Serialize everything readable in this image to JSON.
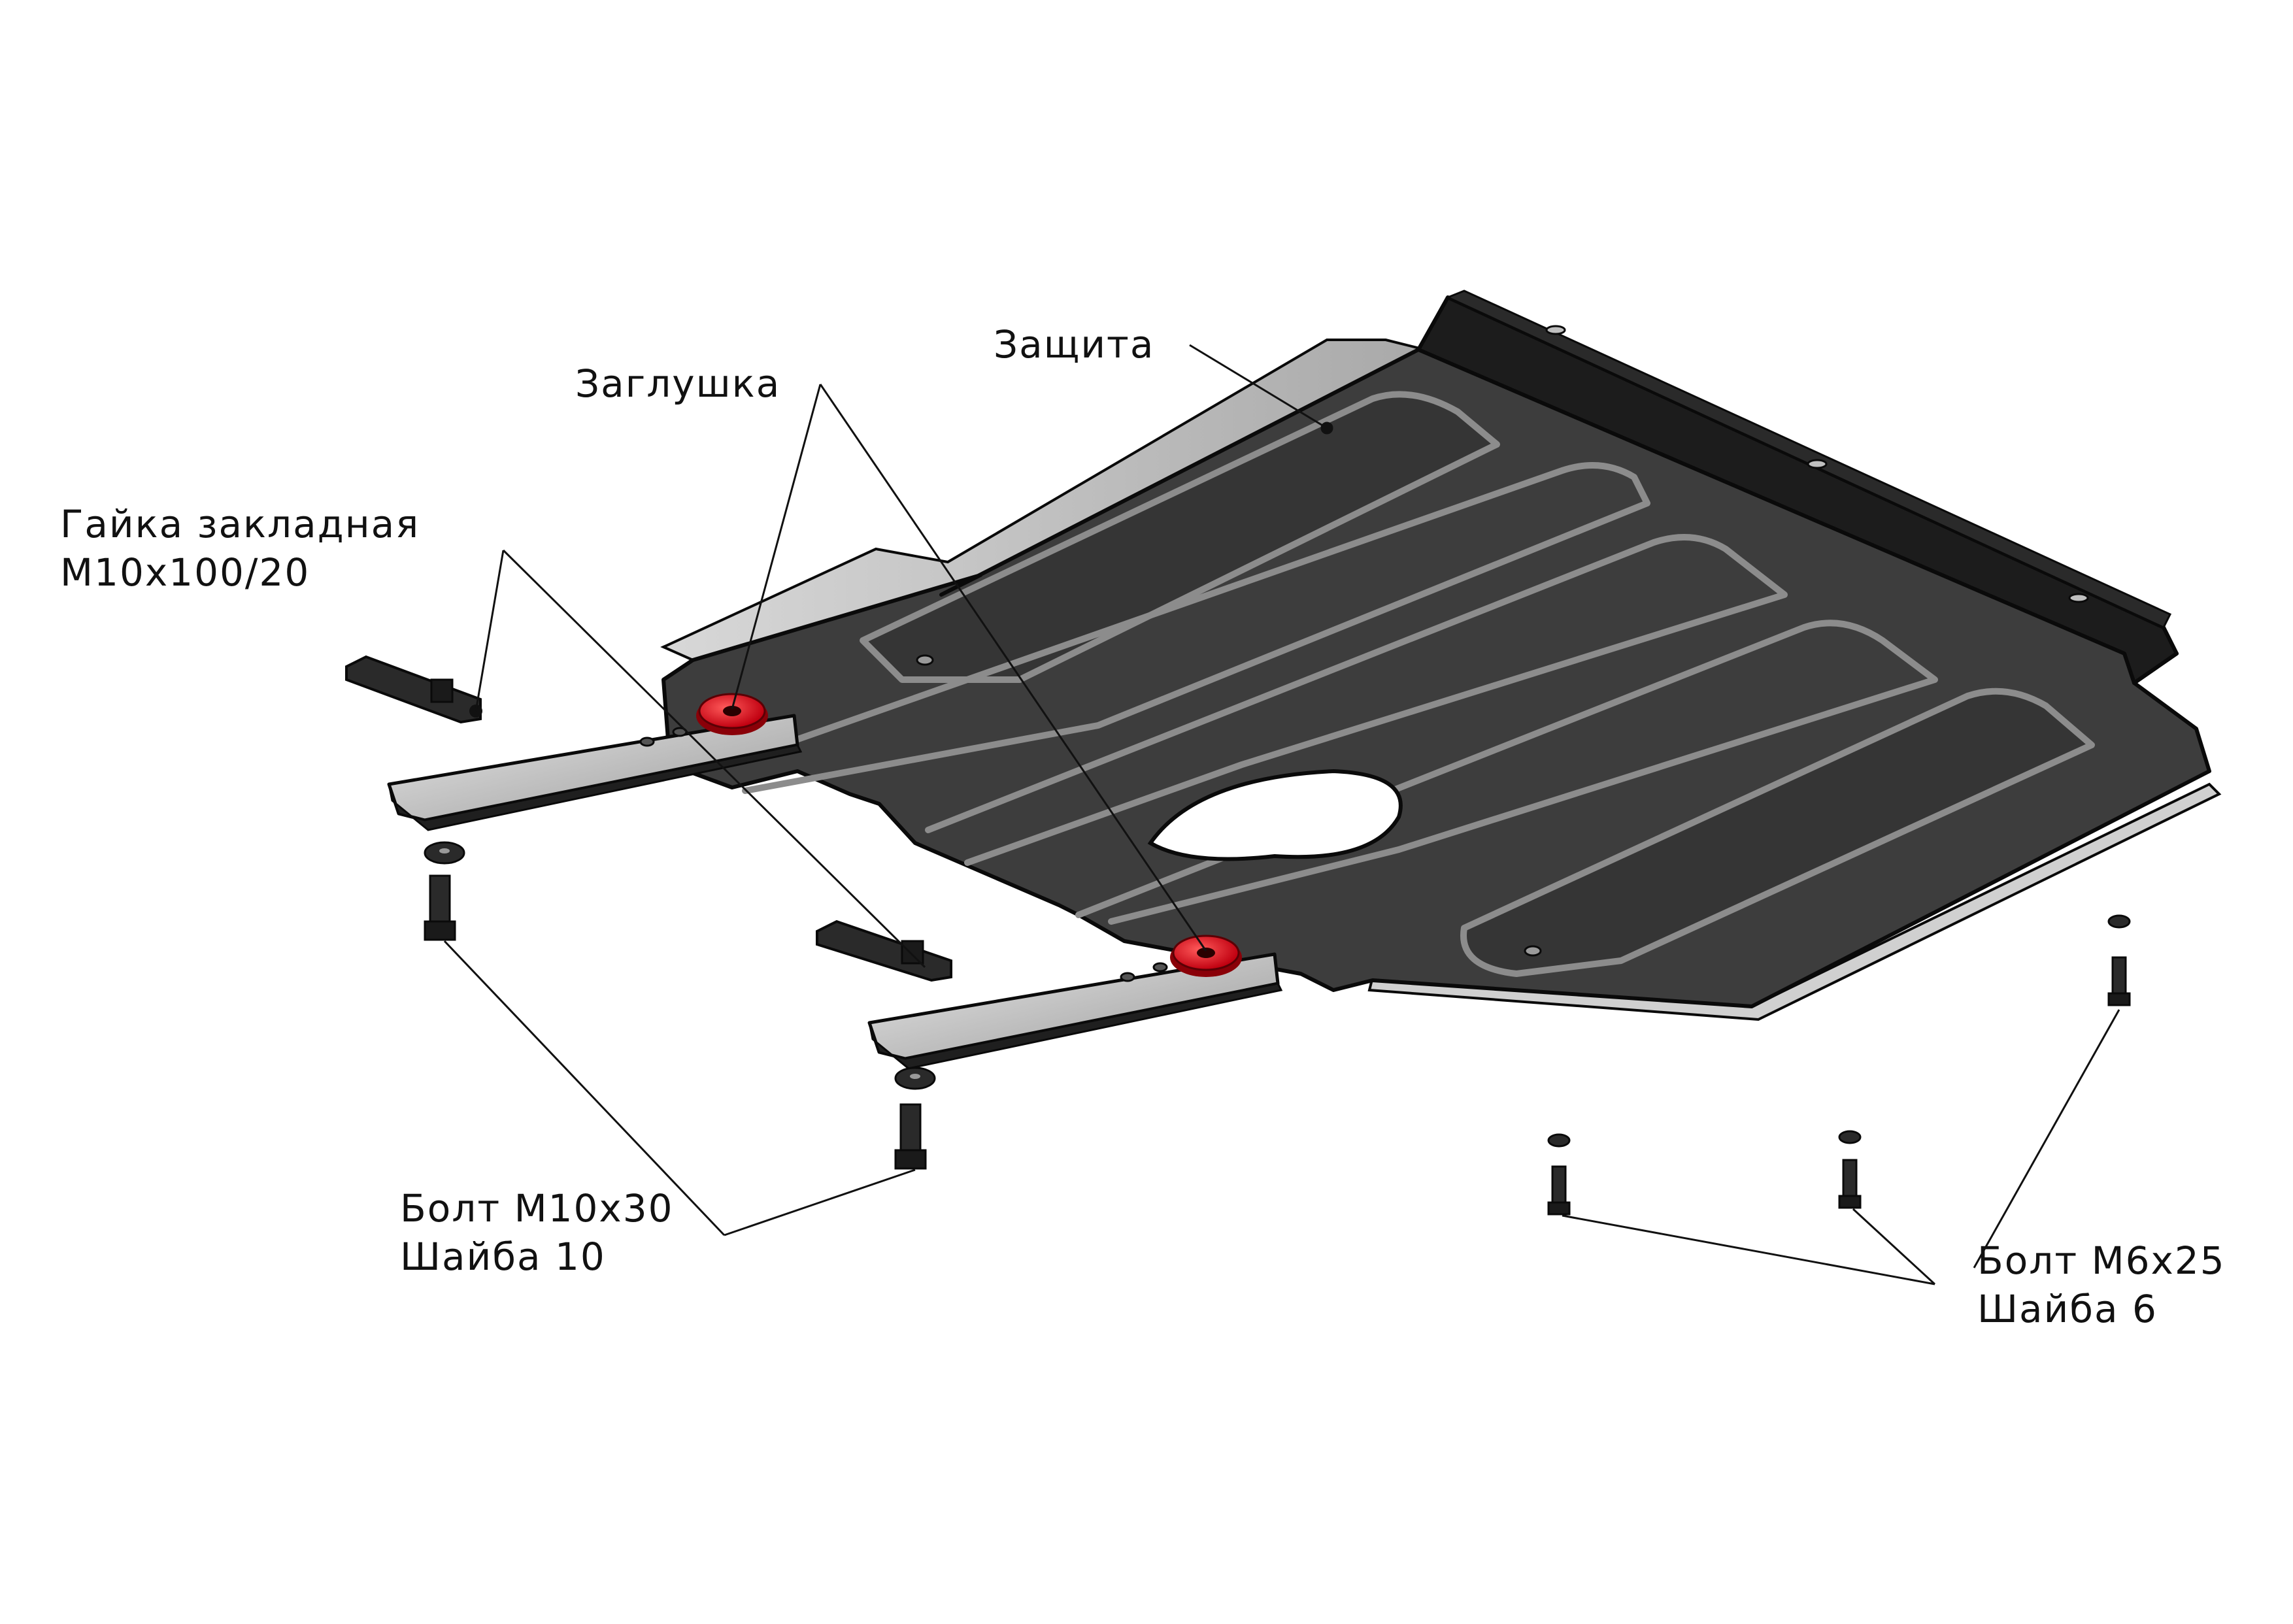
{
  "labels": {
    "zashchita": "Защита",
    "zaglushka": "Заглушка",
    "gayka_line1": "Гайка закладная",
    "gayka_line2": "М10х100/20",
    "bolt_m10_line1": "Болт М10х30",
    "bolt_m10_line2": "Шайба 10",
    "bolt_m6_line1": "Болт М6х25",
    "bolt_m6_line2": "Шайба 6"
  },
  "colors": {
    "plate": "#3c3c3c",
    "plate_dark": "#1c1c1c",
    "plate_edge": "#0a0a0a",
    "bracket_light": "#c9c9c9",
    "rib_light": "#8c8c8c",
    "plug_red": "#e0141a",
    "leader": "#111111"
  }
}
